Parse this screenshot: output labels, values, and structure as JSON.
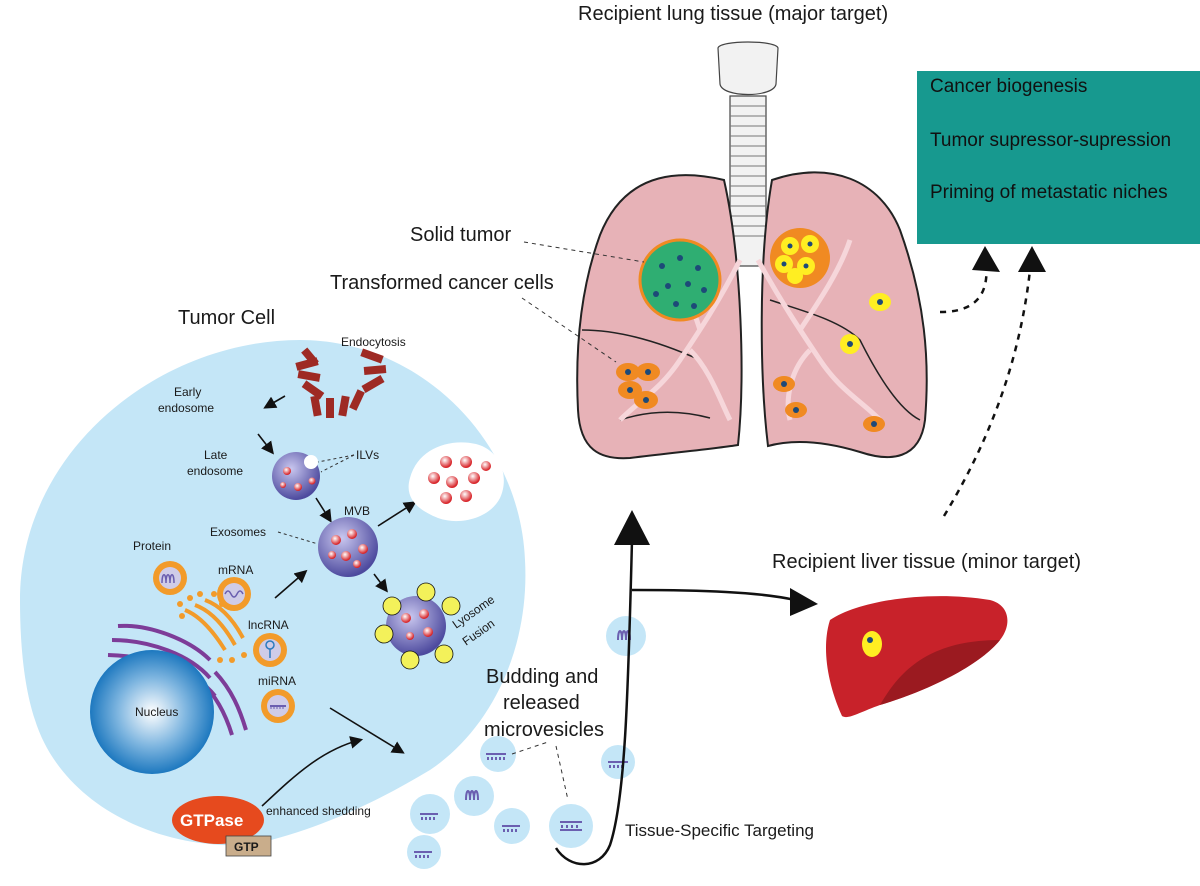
{
  "colors": {
    "cell_fill": "#c4e6f7",
    "lung_fill": "#e7b2b7",
    "liver_fill": "#c8222a",
    "outcome_box": "#17998f",
    "tumor_green": "#2fae72",
    "cancer_orange": "#f08a22",
    "cancer_yellow": "#ffee22",
    "vesicle_purple": "#6b66b2",
    "nucleus_blue": "#1d78bf",
    "gtpase_red": "#e64a1e"
  },
  "labels": {
    "lung_title": "Recipient lung tissue (major target)",
    "liver_title": "Recipient liver tissue (minor target)",
    "solid_tumor": "Solid tumor",
    "transformed_cells": "Transformed cancer cells",
    "tumor_cell": "Tumor Cell",
    "endocytosis": "Endocytosis",
    "early_endosome_1": "Early",
    "early_endosome_2": "endosome",
    "late_endosome_1": "Late",
    "late_endosome_2": "endosome",
    "ilvs": "ILVs",
    "mvb": "MVB",
    "exosomes": "Exosomes",
    "protein": "Protein",
    "mrna": "mRNA",
    "lncrna": "lncRNA",
    "mirna": "miRNA",
    "nucleus": "Nucleus",
    "lysosome_1": "Lyosome",
    "lysosome_2": "Fusion",
    "gtpase": "GTPase",
    "gtp": "GTP",
    "enhanced_shedding": "enhanced shedding",
    "budding_1": "Budding and",
    "budding_2": "released",
    "budding_3": "microvesicles",
    "tissue_targeting": "Tissue-Specific Targeting"
  },
  "outcomes": {
    "item_1": "Cancer biogenesis",
    "item_2": "Tumor supressor-supression",
    "item_3": "Priming of metastatic niches"
  },
  "icons": {
    "trachea": "trachea-icon",
    "lungs": "lungs-icon",
    "liver": "liver-icon",
    "nucleus": "nucleus-icon",
    "golgi": "golgi-icon",
    "er": "endoplasmic-reticulum-icon"
  }
}
